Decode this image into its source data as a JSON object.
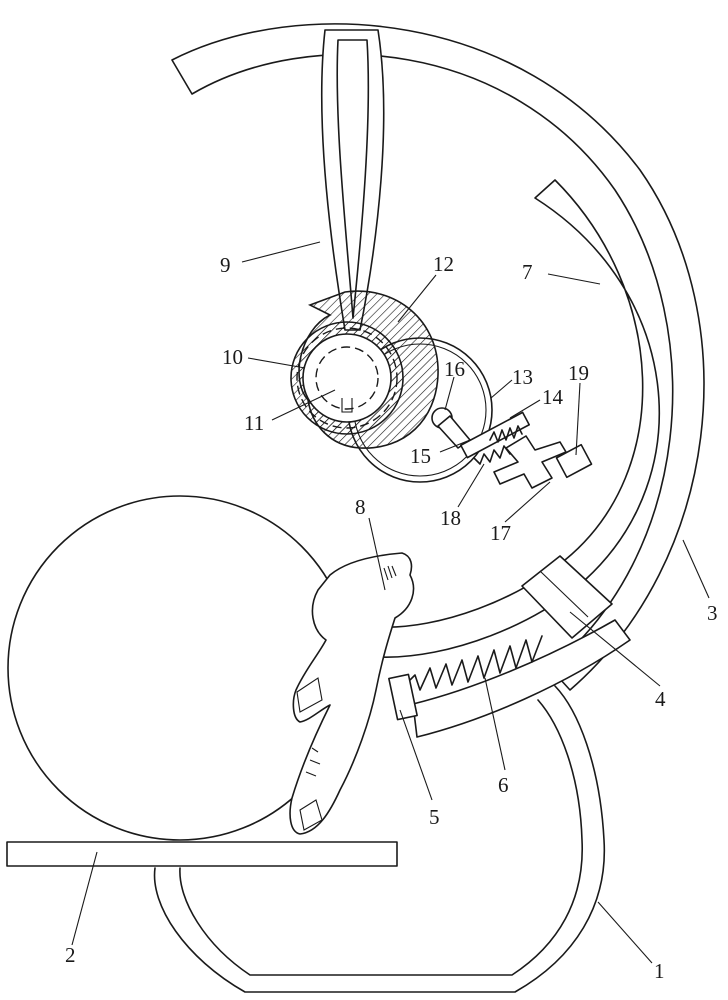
{
  "figure": {
    "labels": [
      {
        "id": "part-1",
        "text": "1"
      },
      {
        "id": "part-2",
        "text": "2"
      },
      {
        "id": "part-3",
        "text": "3"
      },
      {
        "id": "part-4",
        "text": "4"
      },
      {
        "id": "part-5",
        "text": "5"
      },
      {
        "id": "part-6",
        "text": "6"
      },
      {
        "id": "part-7",
        "text": "7"
      },
      {
        "id": "part-8",
        "text": "8"
      },
      {
        "id": "part-9",
        "text": "9"
      },
      {
        "id": "part-10",
        "text": "10"
      },
      {
        "id": "part-11",
        "text": "11"
      },
      {
        "id": "part-12",
        "text": "12"
      },
      {
        "id": "part-13",
        "text": "13"
      },
      {
        "id": "part-14",
        "text": "14"
      },
      {
        "id": "part-15",
        "text": "15"
      },
      {
        "id": "part-16",
        "text": "16"
      },
      {
        "id": "part-17",
        "text": "17"
      },
      {
        "id": "part-18",
        "text": "18"
      },
      {
        "id": "part-19",
        "text": "19"
      }
    ]
  }
}
